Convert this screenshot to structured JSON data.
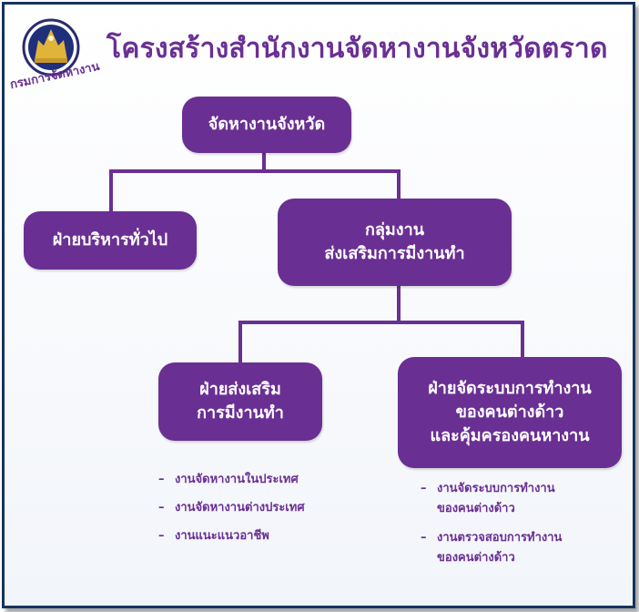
{
  "title": "โครงสร้างสำนักงานจัดหางานจังหวัดตราด",
  "logo": {
    "caption": "กรมการจัดหางาน",
    "icon": "department-emblem"
  },
  "colors": {
    "box": "#6a2f93",
    "text": "#6a2f93",
    "border": "#17335f"
  },
  "nodes": {
    "root": "จัดหางานจังหวัด",
    "admin": "ฝ่ายบริหารทั่วไป",
    "group_line1": "กลุ่มงาน",
    "group_line2": "ส่งเสริมการมีงานทำ",
    "promote_line1": "ฝ่ายส่งเสริม",
    "promote_line2": "การมีงานทำ",
    "foreign_line1": "ฝ่ายจัดระบบการทำงาน",
    "foreign_line2": "ของคนต่างด้าว",
    "foreign_line3": "และคุ้มครองคนหางาน"
  },
  "promote_items": [
    "งานจัดหางานในประเทศ",
    "งานจัดหางานต่างประเทศ",
    "งานแนะแนวอาชีพ"
  ],
  "foreign_items": [
    {
      "line1": "งานจัดระบบการทำงาน",
      "line2": "ของคนต่างด้าว"
    },
    {
      "line1": "งานตรวจสอบการทำงาน",
      "line2": "ของคนต่างด้าว"
    }
  ]
}
